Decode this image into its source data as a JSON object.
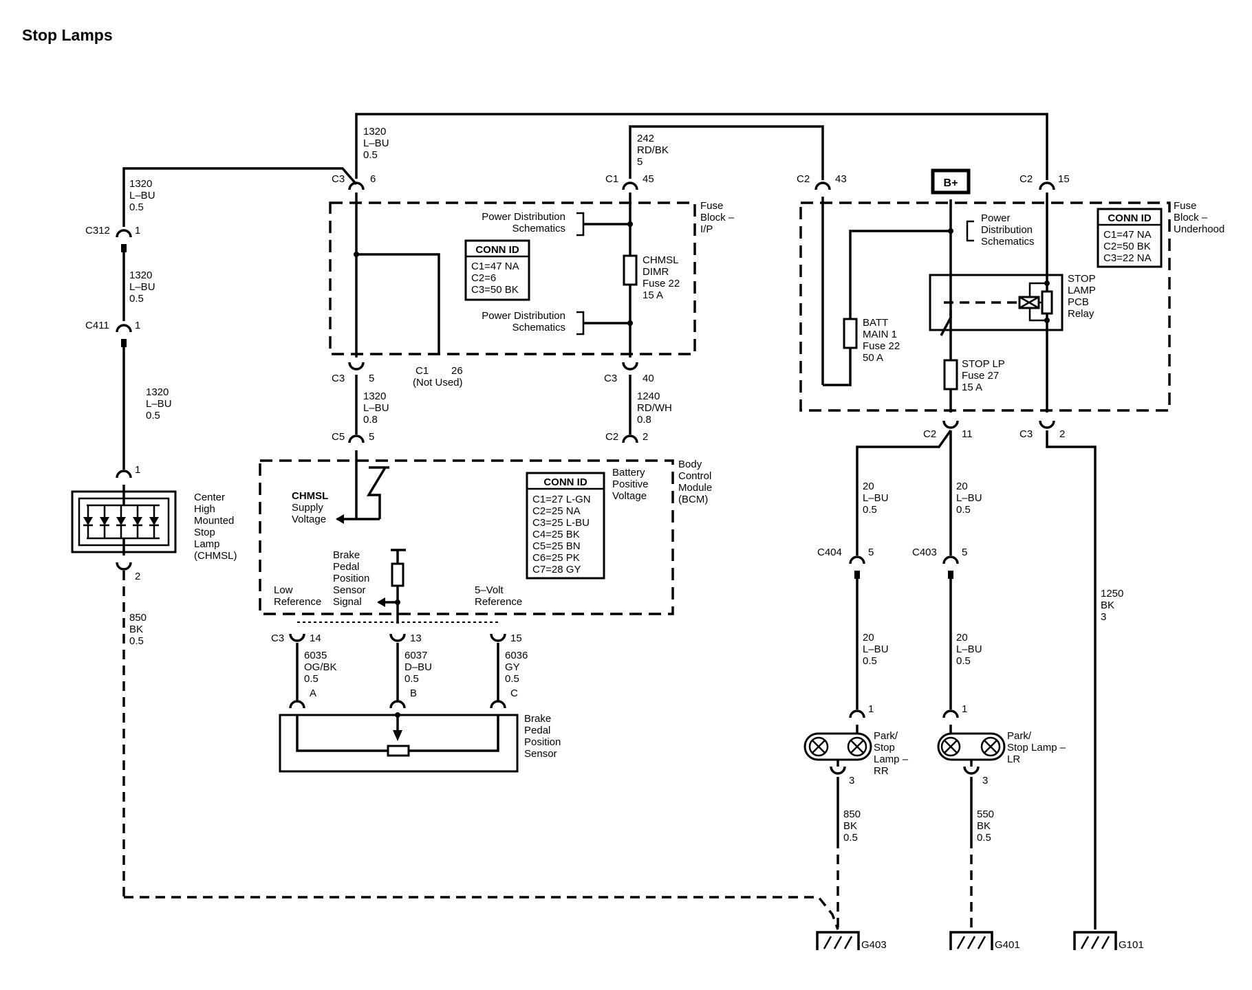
{
  "title": "Stop Lamps",
  "colors": {
    "ink": "#000000",
    "paper": "#ffffff"
  },
  "fuse_ip": {
    "name": [
      "Fuse",
      "Block –",
      "I/P"
    ],
    "pd1": [
      "Power Distribution",
      "Schematics"
    ],
    "pd2": [
      "Power Distribution",
      "Schematics"
    ],
    "conn_title": "CONN ID",
    "conn": [
      "C1=47 NA",
      "C2=6",
      "C3=50 BK"
    ],
    "fuse": [
      "CHMSL",
      "DIMR",
      "Fuse 22",
      "15 A"
    ],
    "c3_top": "C3",
    "c3_top_pin": "6",
    "c1_top": "C1",
    "c1_top_pin": "45",
    "c3_bot": "C3",
    "c3_bot_pin": "5",
    "c1_bot": "C1",
    "c1_bot_pin": "26",
    "c1_bot_note": "(Not Used)",
    "c3_bot2": "C3",
    "c3_bot2_pin": "40"
  },
  "fuse_uh": {
    "name": [
      "Fuse",
      "Block –",
      "Underhood"
    ],
    "bplus": "B+",
    "pd": [
      "Power",
      "Distribution",
      "Schematics"
    ],
    "conn_title": "CONN ID",
    "conn": [
      "C1=47 NA",
      "C2=50 BK",
      "C3=22 NA"
    ],
    "relay": [
      "STOP",
      "LAMP",
      "PCB",
      "Relay"
    ],
    "batt": [
      "BATT",
      "MAIN 1",
      "Fuse 22",
      "50 A"
    ],
    "stop": [
      "STOP LP",
      "Fuse 27",
      "15 A"
    ],
    "c2a": "C2",
    "c2a_pin": "43",
    "c2b": "C2",
    "c2b_pin": "15",
    "c2c": "C2",
    "c2c_pin": "11",
    "c3": "C3",
    "c3_pin": "2"
  },
  "bcm": {
    "name": [
      "Body",
      "Control",
      "Module",
      "(BCM)"
    ],
    "conn_title": "CONN ID",
    "conn": [
      "C1=27 L-GN",
      "C2=25 NA",
      "C3=25 L-BU",
      "C4=25 BK",
      "C5=25 BN",
      "C6=25 PK",
      "C7=28 GY"
    ],
    "chmsl": [
      "CHMSL",
      "Supply",
      "Voltage"
    ],
    "batt": [
      "Battery",
      "Positive",
      "Voltage"
    ],
    "bpps": [
      "Brake",
      "Pedal",
      "Position",
      "Sensor",
      "Signal"
    ],
    "lowref": [
      "Low",
      "Reference"
    ],
    "fivev": [
      "5–Volt",
      "Reference"
    ],
    "c5": "C5",
    "c5_pin": "5",
    "c2": "C2",
    "c2_pin": "2",
    "c3": "C3",
    "p14": "14",
    "p13": "13",
    "p15": "15"
  },
  "sensor": {
    "name": [
      "Brake",
      "Pedal",
      "Position",
      "Sensor"
    ],
    "pa": "A",
    "pb": "B",
    "pc": "C"
  },
  "chmsl_lamp": {
    "name": [
      "Center",
      "High",
      "Mounted",
      "Stop",
      "Lamp",
      "(CHMSL)"
    ],
    "p1": "1",
    "p2": "2"
  },
  "wires": {
    "w1320a": [
      "1320",
      "L–BU",
      "0.5"
    ],
    "w1320b": [
      "1320",
      "L–BU",
      "0.5"
    ],
    "w1320c": [
      "1320",
      "L–BU",
      "0.5"
    ],
    "w1320d": [
      "1320",
      "L–BU",
      "0.5"
    ],
    "w242": [
      "242",
      "RD/BK",
      "5"
    ],
    "w1320e": [
      "1320",
      "L–BU",
      "0.8"
    ],
    "w1240": [
      "1240",
      "RD/WH",
      "0.8"
    ],
    "w850a": [
      "850",
      "BK",
      "0.5"
    ],
    "w6035": [
      "6035",
      "OG/BK",
      "0.5"
    ],
    "w6037": [
      "6037",
      "D–BU",
      "0.5"
    ],
    "w6036": [
      "6036",
      "GY",
      "0.5"
    ],
    "w20a": [
      "20",
      "L–BU",
      "0.5"
    ],
    "w20b": [
      "20",
      "L–BU",
      "0.5"
    ],
    "w20c": [
      "20",
      "L–BU",
      "0.5"
    ],
    "w20d": [
      "20",
      "L–BU",
      "0.5"
    ],
    "w1250": [
      "1250",
      "BK",
      "3"
    ],
    "w850b": [
      "850",
      "BK",
      "0.5"
    ],
    "w550": [
      "550",
      "BK",
      "0.5"
    ]
  },
  "inline": {
    "c312": "C312",
    "c312_pin": "1",
    "c411": "C411",
    "c411_pin": "1",
    "c404": "C404",
    "c404_pin": "5",
    "c403": "C403",
    "c403_pin": "5"
  },
  "lamps": {
    "rr": [
      "Park/",
      "Stop",
      "Lamp –",
      "RR"
    ],
    "lr": [
      "Park/",
      "Stop Lamp –",
      "LR"
    ],
    "rr_p1": "1",
    "rr_p3": "3",
    "lr_p1": "1",
    "lr_p3": "3"
  },
  "grounds": {
    "g403": "G403",
    "g401": "G401",
    "g101": "G101"
  }
}
